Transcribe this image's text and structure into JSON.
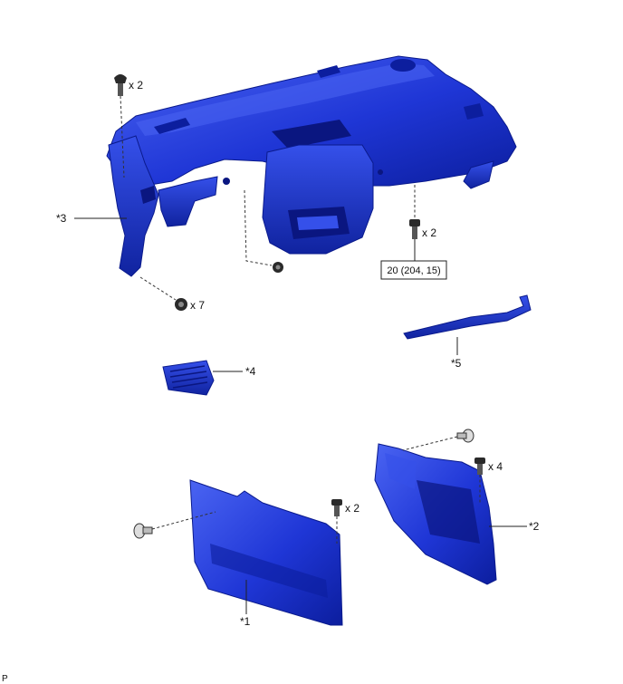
{
  "callouts": {
    "c1": "*1",
    "c2": "*2",
    "c3": "*3",
    "c4": "*4",
    "c5": "*5"
  },
  "quantities": {
    "clip_top": "x 2",
    "bolt_right": "x 2",
    "bolt_bottom": "x 7",
    "bolt_glovebox_lower": "x 2",
    "bolt_glovebox_upper": "x 4"
  },
  "torque": {
    "label": "20 (204, 15)"
  },
  "footer": {
    "mark": "P"
  },
  "colors": {
    "part_fill": "#1f36d6",
    "part_dark": "#0c1e9e",
    "part_light": "#4a64f2",
    "hardware": "#2a2a2a"
  }
}
